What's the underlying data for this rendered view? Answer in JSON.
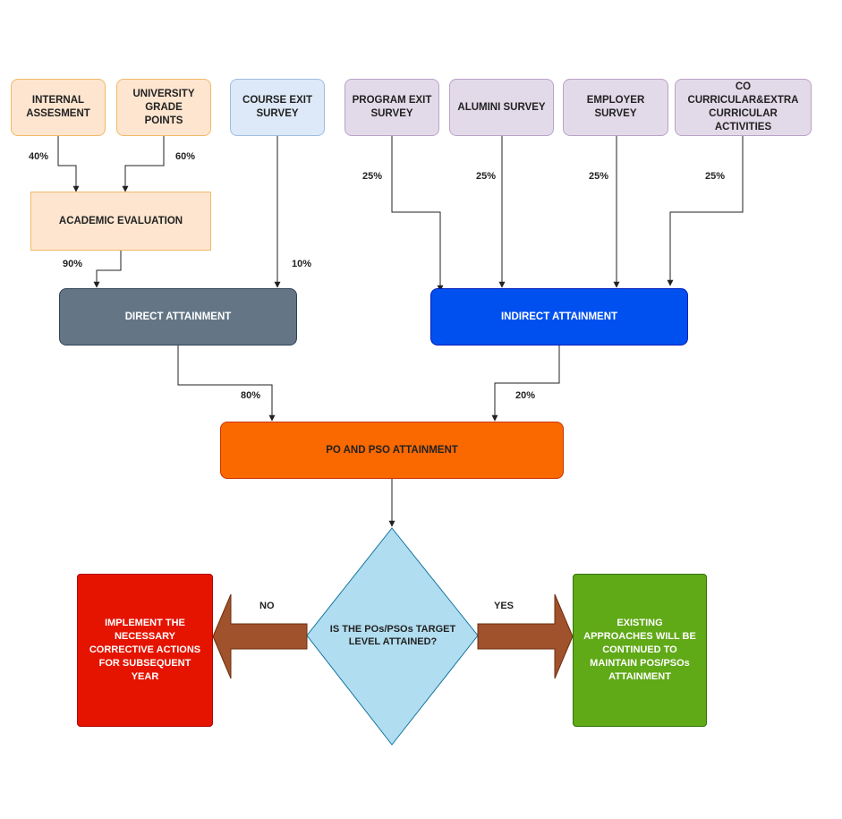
{
  "nodes": {
    "internal_assessment": "INTERNAL\nASSESMENT",
    "university_grade_points": "UNIVERSITY\nGRADE\nPOINTS",
    "course_exit_survey": "COURSE EXIT\nSURVEY",
    "program_exit_survey": "PROGRAM EXIT\nSURVEY",
    "alumni_survey": "ALUMINI SURVEY",
    "employer_survey": "EMPLOYER\nSURVEY",
    "co_curricular": "CO\nCURRICULAR&EXTRA\nCURRICULAR\nACTIVITIES",
    "academic_evaluation": "ACADEMIC EVALUATION",
    "direct_attainment": "DIRECT ATTAINMENT",
    "indirect_attainment": "INDIRECT ATTAINMENT",
    "po_pso_attainment": "PO AND PSO ATTAINMENT",
    "decision": "IS THE POs/PSOs TARGET\nLEVEL ATTAINED?",
    "corrective_actions": "IMPLEMENT THE\nNECESSARY\nCORRECTIVE ACTIONS\nFOR SUBSEQUENT\nYEAR",
    "existing_approaches": "EXISTING\nAPPROACHES WILL BE\nCONTINUED TO\nMAINTAIN POS/PSOs\nATTAINMENT"
  },
  "weights": {
    "internal": "40%",
    "university": "60%",
    "academic": "90%",
    "course_exit": "10%",
    "program_exit": "25%",
    "alumni": "25%",
    "employer": "25%",
    "co_curricular": "25%",
    "direct": "80%",
    "indirect": "20%"
  },
  "branches": {
    "no": "NO",
    "yes": "YES"
  },
  "colors": {
    "direct": "#647686",
    "indirect": "#0050ef",
    "po_pso": "#fa6800",
    "decision": "#b1ddf0",
    "corrective": "#e51400",
    "existing": "#60a917",
    "arrow_fill": "#a0522d"
  }
}
